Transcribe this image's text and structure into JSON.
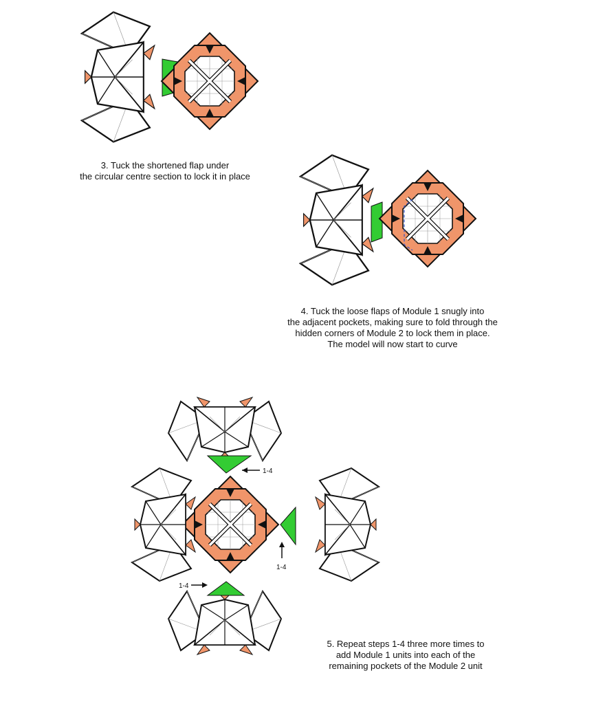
{
  "steps": [
    {
      "number": "3",
      "lines": [
        "3. Tuck the shortened flap under",
        "the circular centre section to lock it in place"
      ]
    },
    {
      "number": "4",
      "lines": [
        "4. Tuck the loose flaps of Module 1 snugly into",
        "the adjacent pockets, making sure to fold through the",
        "hidden corners of Module 2 to lock them in place.",
        "The model will now start to curve"
      ]
    },
    {
      "number": "5",
      "lines": [
        "5. Repeat steps 1-4 three more times to",
        "add Module 1 units into each of the",
        "remaining pockets of the Module 2 unit"
      ]
    }
  ],
  "arrow_labels": {
    "top": "1-4",
    "right": "1-4",
    "bottom": "1-4"
  },
  "colors": {
    "paper": "#ffffff",
    "outline": "#111111",
    "ring": "#f0956a",
    "accent": "#33cc33",
    "crease": "#999999",
    "guide": "#3355cc"
  }
}
